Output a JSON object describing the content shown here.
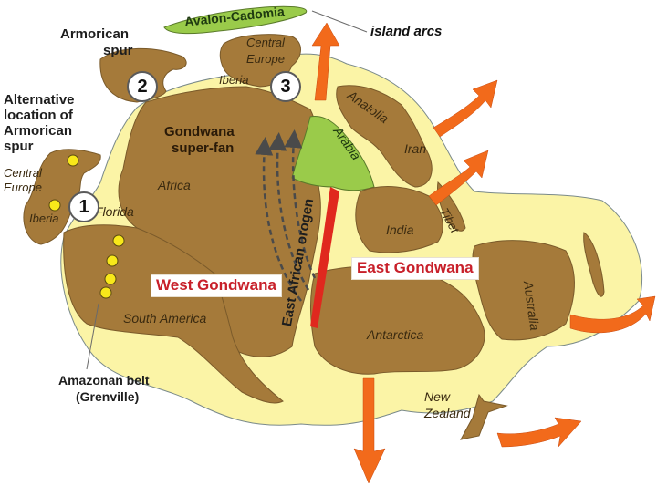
{
  "figure": {
    "title": "Gondwana supercontinent reconstruction",
    "colors": {
      "continent": "#a57a3a",
      "shelf": "#fbf4a6",
      "green_block": "#9acb4a",
      "arrow": "#f26a1b",
      "orogen": "#e0281e",
      "dots": "#f8e81a",
      "badge_text": "#c8202a",
      "fan_arrows": "#4a4a4a"
    }
  },
  "labels": {
    "avalon_cadomia": "Avalon-Cadomia",
    "island_arcs": "island arcs",
    "armorican_spur_line1": "Armorican",
    "armorican_spur_line2": "spur",
    "alt_location_line1": "Alternative",
    "alt_location_line2": "location of",
    "alt_location_line3": "Armorican",
    "alt_location_line4": "spur",
    "central_europe_left_1": "Central",
    "central_europe_left_2": "Europe",
    "iberia_left": "Iberia",
    "central_europe_top_1": "Central",
    "central_europe_top_2": "Europe",
    "iberia_top": "Iberia",
    "florida": "Florida",
    "africa": "Africa",
    "south_america": "South America",
    "gondwana_superfan_1": "Gondwana",
    "gondwana_superfan_2": "super-fan",
    "arabia": "Arabia",
    "anatolia": "Anatolia",
    "iran": "Iran",
    "tibet": "Tibet",
    "india": "India",
    "antarctica": "Antarctica",
    "australia": "Australia",
    "new_zealand_1": "New",
    "new_zealand_2": "Zealand",
    "east_african_orogen": "East African orogen",
    "amazonan_belt_1": "Amazonan belt",
    "amazonan_belt_2": "(Grenville)"
  },
  "badges": {
    "west_gondwana": "West Gondwana",
    "east_gondwana": "East Gondwana"
  },
  "markers": {
    "one": "1",
    "two": "2",
    "three": "3"
  }
}
